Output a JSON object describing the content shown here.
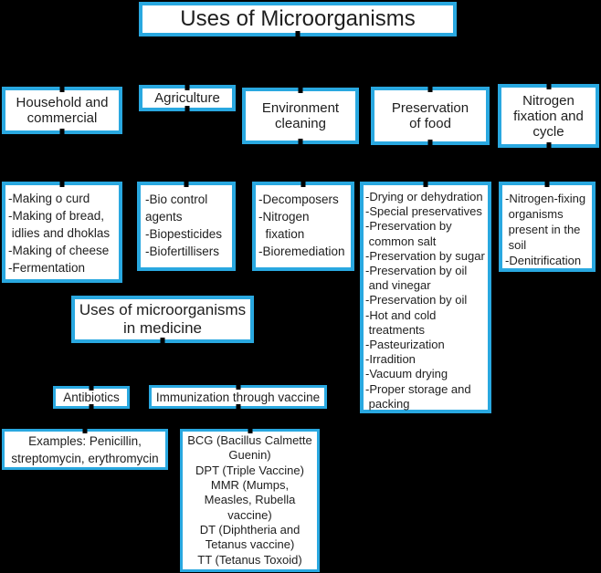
{
  "title": "Uses of Microorganisms",
  "colors": {
    "background": "#000000",
    "box_border": "#29a8e0",
    "box_fill": "#ffffff",
    "text": "#1e1e1e"
  },
  "columns": [
    {
      "header": "Household and\ncommercial",
      "items": "-Making o curd\n-Making of bread,\n idlies and dhoklas\n-Making of cheese\n-Fermentation"
    },
    {
      "header": "Agriculture",
      "items": "-Bio control\nagents\n-Biopesticides\n-Biofertillisers"
    },
    {
      "header": "Environment\ncleaning",
      "items": "-Decomposers\n-Nitrogen\n  fixation\n-Bioremediation"
    },
    {
      "header": "Preservation\nof food",
      "items": "-Drying or dehydration\n-Special preservatives\n-Preservation by\n common salt\n-Preservation by sugar\n-Preservation by oil\n and vinegar\n-Preservation by oil\n-Hot and cold\n treatments\n-Pasteurization\n-Irradition\n-Vacuum drying\n-Proper storage and\n packing"
    },
    {
      "header": "Nitrogen\nfixation and\ncycle",
      "items": "-Nitrogen-fixing\n organisms\n present in the\n soil\n-Denitrification"
    }
  ],
  "medicine": {
    "title": "Uses of microorganisms\nin medicine",
    "branches": [
      {
        "label": "Antibiotics",
        "details": "Examples: Penicillin,\nstreptomycin, erythromycin"
      },
      {
        "label": "Immunization through vaccine",
        "details": "BCG (Bacillus Calmette\nGuenin)\nDPT (Triple Vaccine)\nMMR (Mumps,\nMeasles, Rubella\nvaccine)\nDT (Diphtheria and\nTetanus vaccine)\nTT (Tetanus Toxoid)"
      }
    ]
  }
}
